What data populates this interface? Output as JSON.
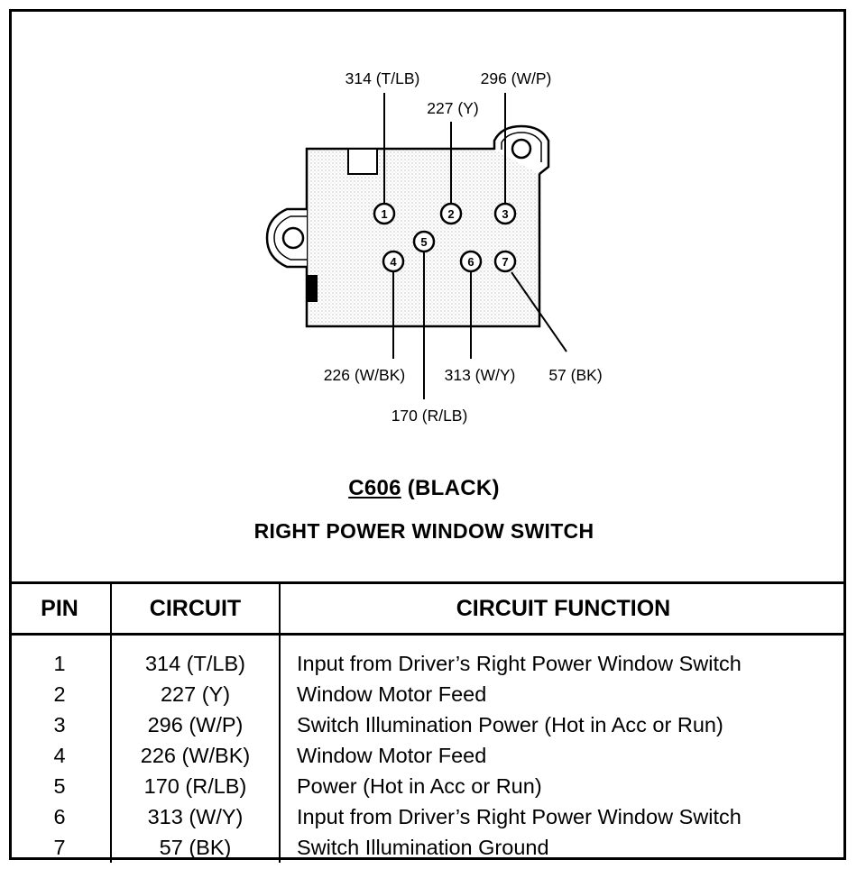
{
  "connector": {
    "code": "C606",
    "color": "(BLACK)"
  },
  "component_name": "RIGHT POWER WINDOW SWITCH",
  "pin_labels": {
    "p1": "314 (T/LB)",
    "p2": "227 (Y)",
    "p3": "296 (W/P)",
    "p4": "226 (W/BK)",
    "p5": "170 (R/LB)",
    "p6": "313 (W/Y)",
    "p7": "57 (BK)"
  },
  "table": {
    "headers": [
      "PIN",
      "CIRCUIT",
      "CIRCUIT FUNCTION"
    ],
    "rows": [
      {
        "pin": "1",
        "circuit": "314 (T/LB)",
        "function": "Input from Driver’s Right Power Window Switch"
      },
      {
        "pin": "2",
        "circuit": "227 (Y)",
        "function": "Window Motor Feed"
      },
      {
        "pin": "3",
        "circuit": "296 (W/P)",
        "function": "Switch Illumination Power (Hot in Acc or Run)"
      },
      {
        "pin": "4",
        "circuit": "226 (W/BK)",
        "function": "Window Motor Feed"
      },
      {
        "pin": "5",
        "circuit": "170 (R/LB)",
        "function": "Power (Hot in Acc or Run)"
      },
      {
        "pin": "6",
        "circuit": "313 (W/Y)",
        "function": "Input from Driver’s Right Power Window Switch"
      },
      {
        "pin": "7",
        "circuit": "57 (BK)",
        "function": "Switch Illumination Ground"
      }
    ]
  }
}
